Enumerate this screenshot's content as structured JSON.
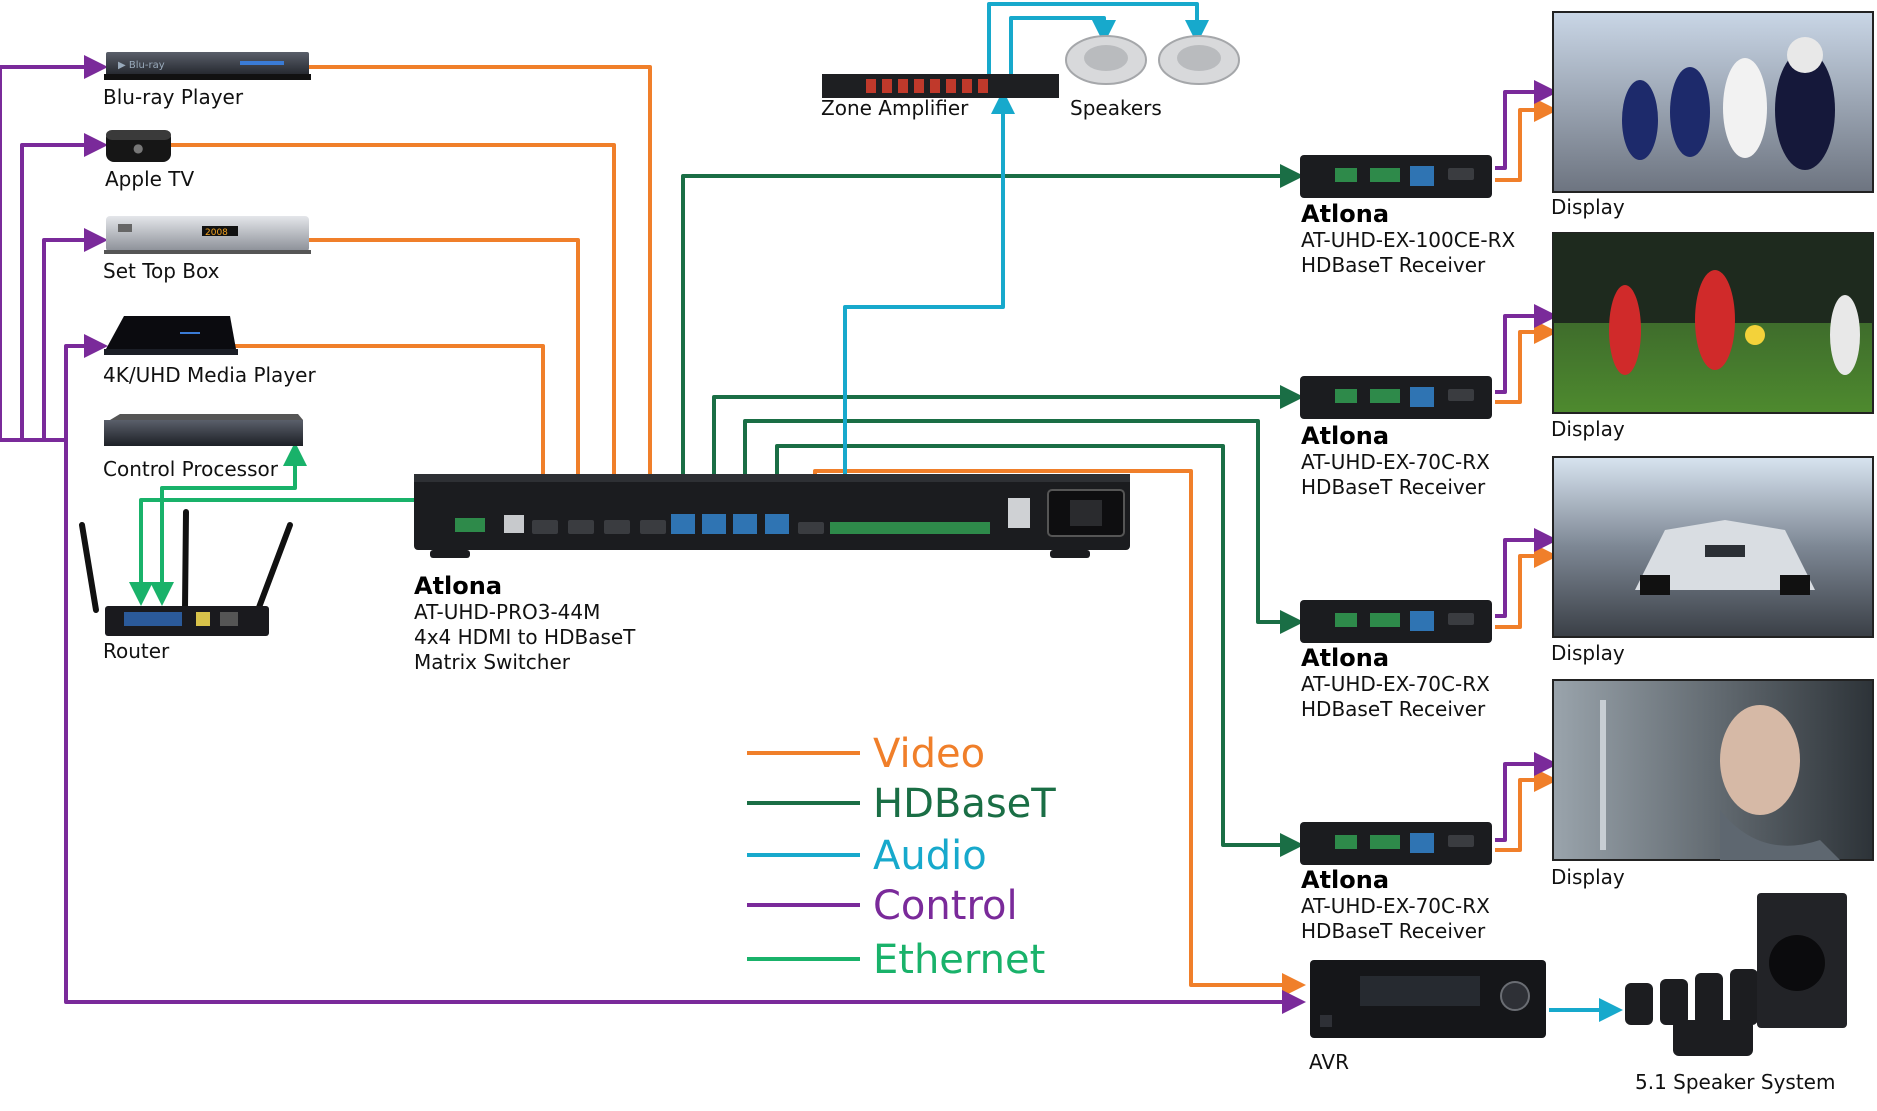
{
  "colors": {
    "video": "#f07f2a",
    "hdbaset": "#1a6e45",
    "audio": "#17a9cc",
    "control": "#7a2a9a",
    "ethernet": "#19b26a"
  },
  "sources": {
    "bluray": "Blu-ray Player",
    "appletv": "Apple TV",
    "settop": "Set Top Box",
    "media": "4K/UHD Media Player",
    "control": "Control Processor",
    "router": "Router"
  },
  "switcher": {
    "brand": "Atlona",
    "model": "AT-UHD-PRO3-44M",
    "line1": "4x4 HDMI to HDBaseT",
    "line2": "Matrix Switcher"
  },
  "amplifier": "Zone Amplifier",
  "speakers": "Speakers",
  "receivers": [
    {
      "brand": "Atlona",
      "model": "AT-UHD-EX-100CE-RX",
      "type": "HDBaseT Receiver"
    },
    {
      "brand": "Atlona",
      "model": "AT-UHD-EX-70C-RX",
      "type": "HDBaseT Receiver"
    },
    {
      "brand": "Atlona",
      "model": "AT-UHD-EX-70C-RX",
      "type": "HDBaseT Receiver"
    },
    {
      "brand": "Atlona",
      "model": "AT-UHD-EX-70C-RX",
      "type": "HDBaseT Receiver"
    }
  ],
  "displays": [
    "Display",
    "Display",
    "Display",
    "Display"
  ],
  "avr": "AVR",
  "speaker_system": "5.1 Speaker System",
  "legend": [
    {
      "key": "video",
      "label": "Video"
    },
    {
      "key": "hdbaset",
      "label": "HDBaseT"
    },
    {
      "key": "audio",
      "label": "Audio"
    },
    {
      "key": "control",
      "label": "Control"
    },
    {
      "key": "ethernet",
      "label": "Ethernet"
    }
  ]
}
